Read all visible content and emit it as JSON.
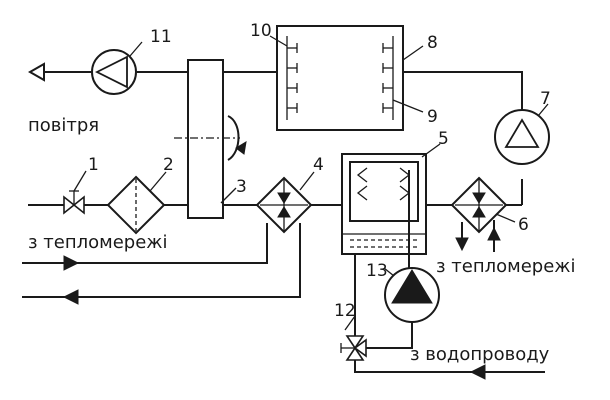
{
  "labels": {
    "air": "повітря",
    "from_heat_network_1": "з тепломережі",
    "from_heat_network_2": "з тепломережі",
    "from_water_supply": "з водопроводу"
  },
  "numbers": {
    "n1": "1",
    "n2": "2",
    "n3": "3",
    "n4": "4",
    "n5": "5",
    "n6": "6",
    "n7": "7",
    "n8": "8",
    "n9": "9",
    "n10": "10",
    "n11": "11",
    "n12": "12",
    "n13": "13"
  }
}
